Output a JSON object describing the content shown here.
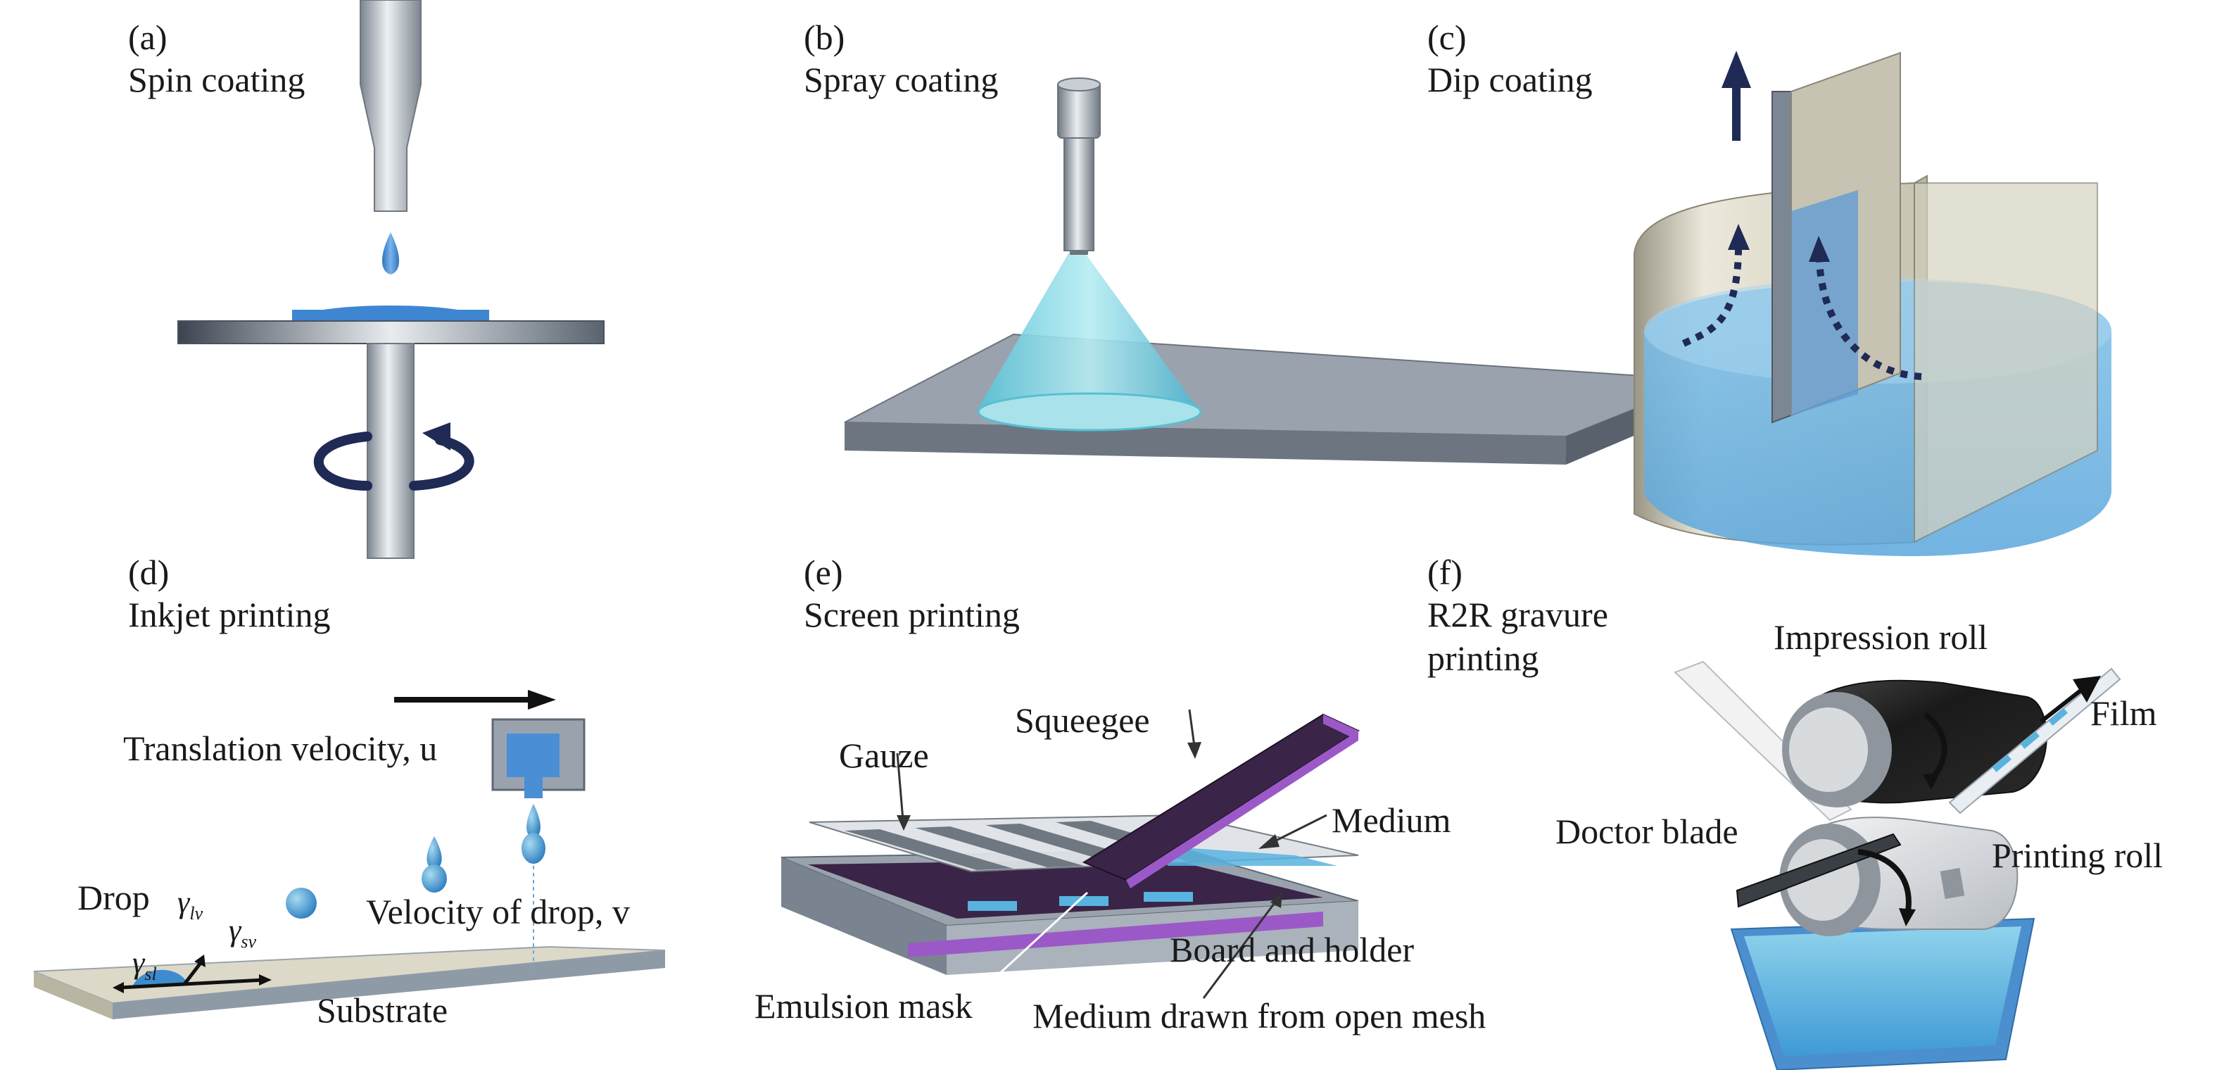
{
  "panels": {
    "a": {
      "letter": "(a)",
      "title": "Spin coating"
    },
    "b": {
      "letter": "(b)",
      "title": "Spray coating"
    },
    "c": {
      "letter": "(c)",
      "title": "Dip coating"
    },
    "d": {
      "letter": "(d)",
      "title": "Inkjet printing",
      "labels": {
        "translation": "Translation velocity, u",
        "drop": "Drop",
        "velocity": "Velocity of drop, v",
        "substrate": "Substrate",
        "gamma": "γ",
        "gamma_lv": "lv",
        "gamma_sv": "sv",
        "gamma_sl": "sl"
      }
    },
    "e": {
      "letter": "(e)",
      "title": "Screen printing",
      "labels": {
        "squeegee": "Squeegee",
        "gauze": "Gauze",
        "medium": "Medium",
        "board": "Board and holder",
        "emulsion": "Emulsion mask",
        "medium_drawn": "Medium drawn from open mesh"
      }
    },
    "f": {
      "letter": "(f)",
      "title_line1": "R2R gravure",
      "title_line2": "printing",
      "labels": {
        "impression": "Impression roll",
        "film": "Film",
        "doctor": "Doctor blade",
        "printing": "Printing roll"
      }
    }
  },
  "colors": {
    "liquid": "#4a8fd6",
    "liquid_light": "#8ccbe8",
    "cone": "#6fd0df",
    "metal": "#9aa3ad",
    "metal_dark": "#5f6873",
    "navy": "#1f2a55",
    "purple": "#3a2447",
    "violet": "#9b59c8",
    "cream": "#ddd9c8",
    "black_roll": "#1e1e1e",
    "arrow_black": "#111111"
  }
}
